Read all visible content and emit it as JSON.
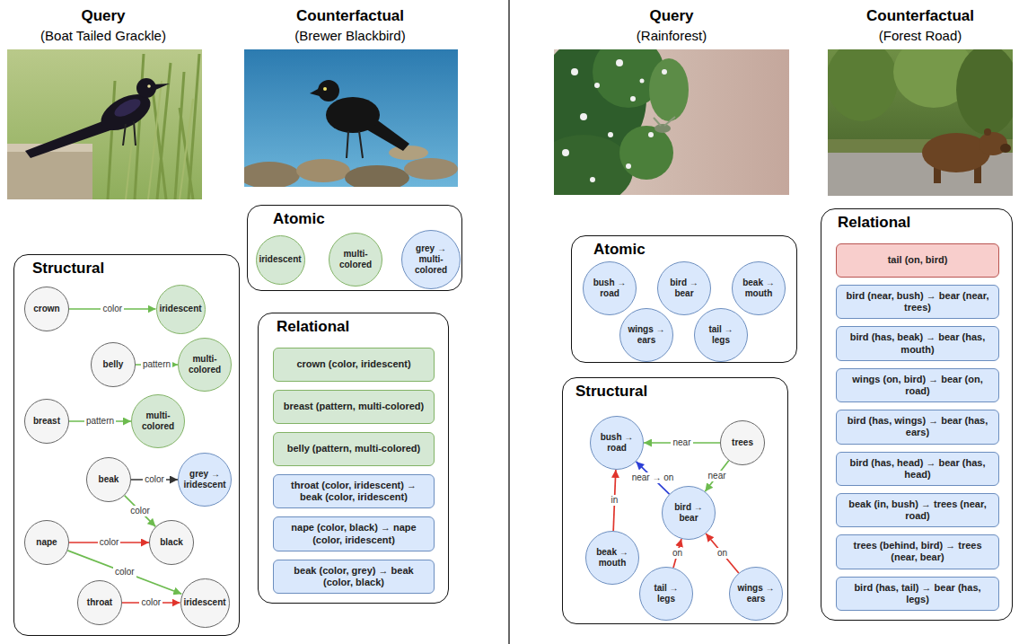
{
  "diagram": {
    "nodes": [
      {
        "text": [
          "Structural"
        ]
      },
      {
        "text": [
          "crown"
        ],
        "in": 0
      },
      {
        "text": [
          "iridescent"
        ],
        "in": 0
      },
      {
        "text": [
          "belly"
        ],
        "in": 0
      },
      {
        "text": [
          "multi-colored"
        ],
        "in": 0
      },
      {
        "text": [
          "breast"
        ],
        "in": 0
      },
      {
        "text": [
          "multi-colored"
        ],
        "in": 0
      },
      {
        "text": [
          "beak"
        ],
        "in": 0
      },
      {
        "text": [
          "grey → iridescent"
        ],
        "in": 0
      },
      {
        "text": [
          "nape"
        ],
        "in": 0
      },
      {
        "text": [
          "black"
        ],
        "in": 0
      },
      {
        "text": [
          "throat"
        ],
        "in": 0
      },
      {
        "text": [
          "iridescent"
        ],
        "in": 0
      },
      {
        "text": [
          "Atomic"
        ]
      },
      {
        "text": [
          "iridescent"
        ],
        "in": 13
      },
      {
        "text": [
          "multi-colored"
        ],
        "in": 13
      },
      {
        "text": [
          "grey → multi-colored"
        ],
        "in": 13
      },
      {
        "text": [
          "Relational"
        ]
      },
      {
        "text": [
          "crown (color, iridescent)"
        ],
        "in": 17
      },
      {
        "text": [
          "breast (pattern, multi-colored)"
        ],
        "in": 17
      },
      {
        "text": [
          "belly (pattern, multi-colored)"
        ],
        "in": 17
      },
      {
        "text": [
          "throat (color, iridescent) → beak (color, iridescent)"
        ],
        "in": 17
      },
      {
        "text": [
          "nape (color, black) → nape (color, iridescent)"
        ],
        "in": 17
      },
      {
        "text": [
          "beak (color, grey) → beak (color, black)"
        ],
        "in": 17
      },
      {
        "text": [
          "Atomic"
        ]
      },
      {
        "text": [
          "bush → road"
        ],
        "in": 24
      },
      {
        "text": [
          "bird → bear"
        ],
        "in": 24
      },
      {
        "text": [
          "beak → mouth"
        ],
        "in": 24
      },
      {
        "text": [
          "wings → ears"
        ],
        "in": 24
      },
      {
        "text": [
          "tail → legs"
        ],
        "in": 24
      },
      {
        "text": [
          "Structural"
        ]
      },
      {
        "text": [
          "bush → road"
        ],
        "in": 30
      },
      {
        "text": [
          "trees"
        ],
        "in": 30
      },
      {
        "text": [
          "bird → bear"
        ],
        "in": 30
      },
      {
        "text": [
          "beak → mouth"
        ],
        "in": 30
      },
      {
        "text": [
          "tail → legs"
        ],
        "in": 30
      },
      {
        "text": [
          "wings → ears"
        ],
        "in": 30
      },
      {
        "text": [
          "Relational"
        ]
      },
      {
        "text": [
          "tail (on, bird)"
        ],
        "in": 37
      },
      {
        "text": [
          "bird (near, bush) → bear (near, trees)"
        ],
        "in": 37
      },
      {
        "text": [
          "bird (has, beak) → bear (has, mouth)"
        ],
        "in": 37
      },
      {
        "text": [
          "wings (on, bird) → bear (on, road)"
        ],
        "in": 37
      },
      {
        "text": [
          "bird (has, wings) → bear (has, ears)"
        ],
        "in": 37
      },
      {
        "text": [
          "bird (has, head) → bear (has, head)"
        ],
        "in": 37
      },
      {
        "text": [
          "beak (in, bush) → trees (near, road)"
        ],
        "in": 37
      },
      {
        "text": [
          "trees (behind, bird) → trees (near, bear)"
        ],
        "in": 37
      },
      {
        "text": [
          "bird (has, tail) → bear (has, legs)"
        ],
        "in": 37
      }
    ],
    "edges": [
      {
        "from": 1,
        "to": 2,
        "label": "color",
        "arrow": "to"
      },
      {
        "from": 3,
        "to": 4,
        "label": "pattern",
        "arrow": "to"
      },
      {
        "from": 5,
        "to": 6,
        "label": "pattern",
        "arrow": "to"
      },
      {
        "from": 7,
        "to": 8,
        "label": "color",
        "arrow": "to"
      },
      {
        "from": 7,
        "to": 10,
        "label": "color",
        "arrow": "to"
      },
      {
        "from": 9,
        "to": 10,
        "label": "color",
        "arrow": "to"
      },
      {
        "from": 9,
        "to": 12,
        "label": "color",
        "arrow": "to"
      },
      {
        "from": 11,
        "to": 12,
        "label": "color",
        "arrow": "to"
      },
      {
        "from": 32,
        "to": 31,
        "label": "near",
        "arrow": "to"
      },
      {
        "from": 32,
        "to": 33,
        "label": "near",
        "arrow": "to"
      },
      {
        "from": 33,
        "to": 31,
        "label": "near → on",
        "arrow": "to"
      },
      {
        "from": 34,
        "to": 31,
        "label": "in",
        "arrow": "to"
      },
      {
        "from": 35,
        "to": 33,
        "label": "on",
        "arrow": "to"
      },
      {
        "from": 36,
        "to": 33,
        "label": "on",
        "arrow": "to"
      }
    ],
    "labels": [
      "Query",
      "(Boat Tailed Grackle)",
      "Counterfactual",
      "(Brewer Blackbird)",
      "Query",
      "(Rainforest)",
      "Counterfactual",
      "(Forest Road)"
    ]
  }
}
